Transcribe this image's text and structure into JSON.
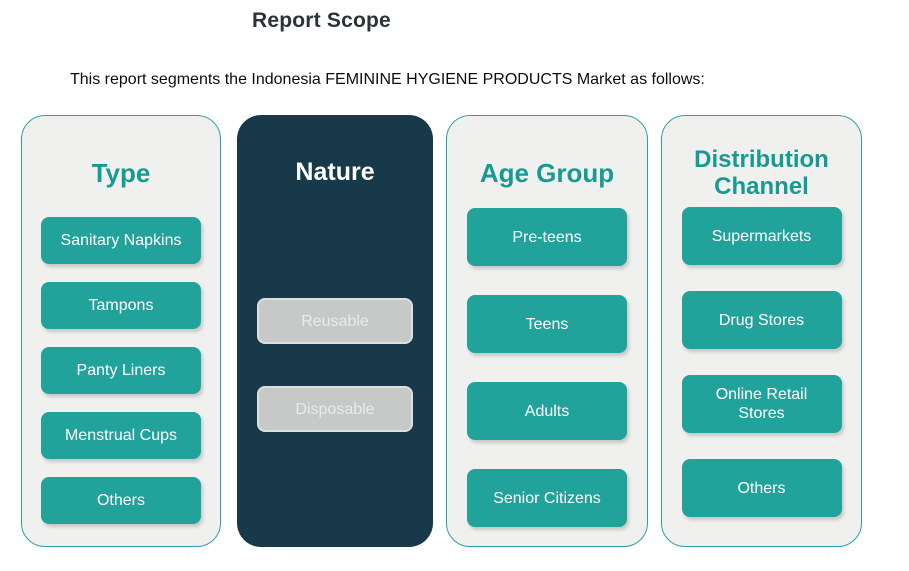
{
  "title": "Report Scope",
  "subtitle": "This report segments the Indonesia FEMININE HYGIENE PRODUCTS Market as follows:",
  "colors": {
    "accent_teal": "#21a29b",
    "header_teal": "#189a94",
    "dark_panel": "#17394a",
    "light_panel_bg": "#f0f0ee",
    "light_panel_border": "#2ba0a8",
    "disabled_fill": "#c6c9c7",
    "disabled_border": "#dcdfdc",
    "disabled_text": "#e9ebe8",
    "title_text": "#2b3338"
  },
  "columns": [
    {
      "header": "Type",
      "theme": "light",
      "items": [
        "Sanitary Napkins",
        "Tampons",
        "Panty Liners",
        "Menstrual Cups",
        "Others"
      ]
    },
    {
      "header": "Nature",
      "theme": "dark",
      "items": [
        "Reusable",
        "Disposable"
      ]
    },
    {
      "header": "Age Group",
      "theme": "light",
      "items": [
        "Pre-teens",
        "Teens",
        "Adults",
        "Senior Citizens"
      ]
    },
    {
      "header": "Distribution Channel",
      "theme": "light",
      "items": [
        "Supermarkets",
        "Drug Stores",
        "Online Retail Stores",
        "Others"
      ]
    }
  ]
}
